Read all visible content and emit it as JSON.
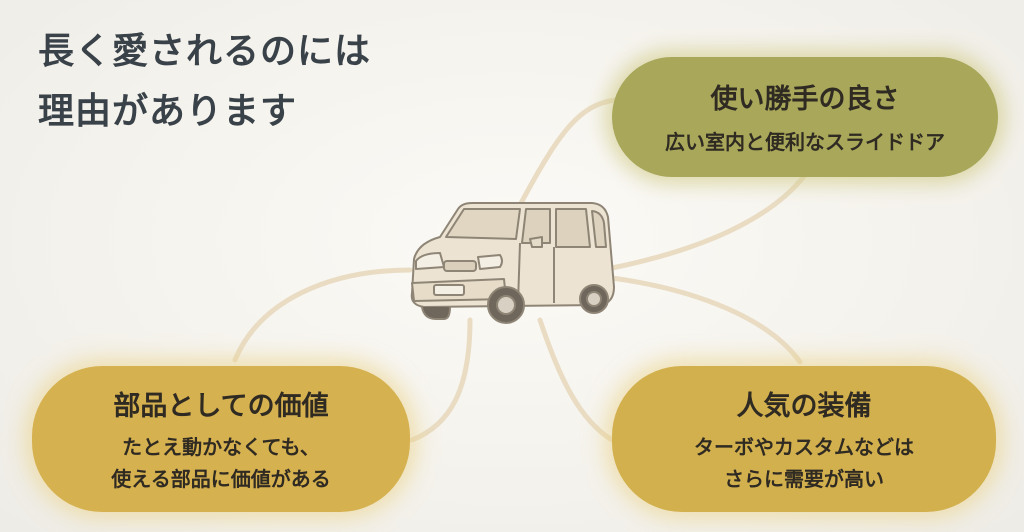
{
  "title": {
    "line1": "長く愛されるのには",
    "line2": "理由があります"
  },
  "nodes": {
    "usability": {
      "heading": "使い勝手の良さ",
      "lines": [
        "広い室内と便利なスライドドア"
      ]
    },
    "parts": {
      "heading": "部品としての価値",
      "lines": [
        "たとえ動かなくても、",
        "使える部品に価値がある"
      ]
    },
    "popular": {
      "heading": "人気の装備",
      "lines": [
        "ターボやカスタムなどは",
        "さらに需要が高い"
      ]
    }
  },
  "colors": {
    "usability_fill": "#a8a75a",
    "parts_fill": "#d6b14f",
    "popular_fill": "#d3b04e",
    "connector": "#e9dcc3",
    "title_text": "#3a4249"
  },
  "icons": {
    "center": "kei-van-car-icon"
  }
}
